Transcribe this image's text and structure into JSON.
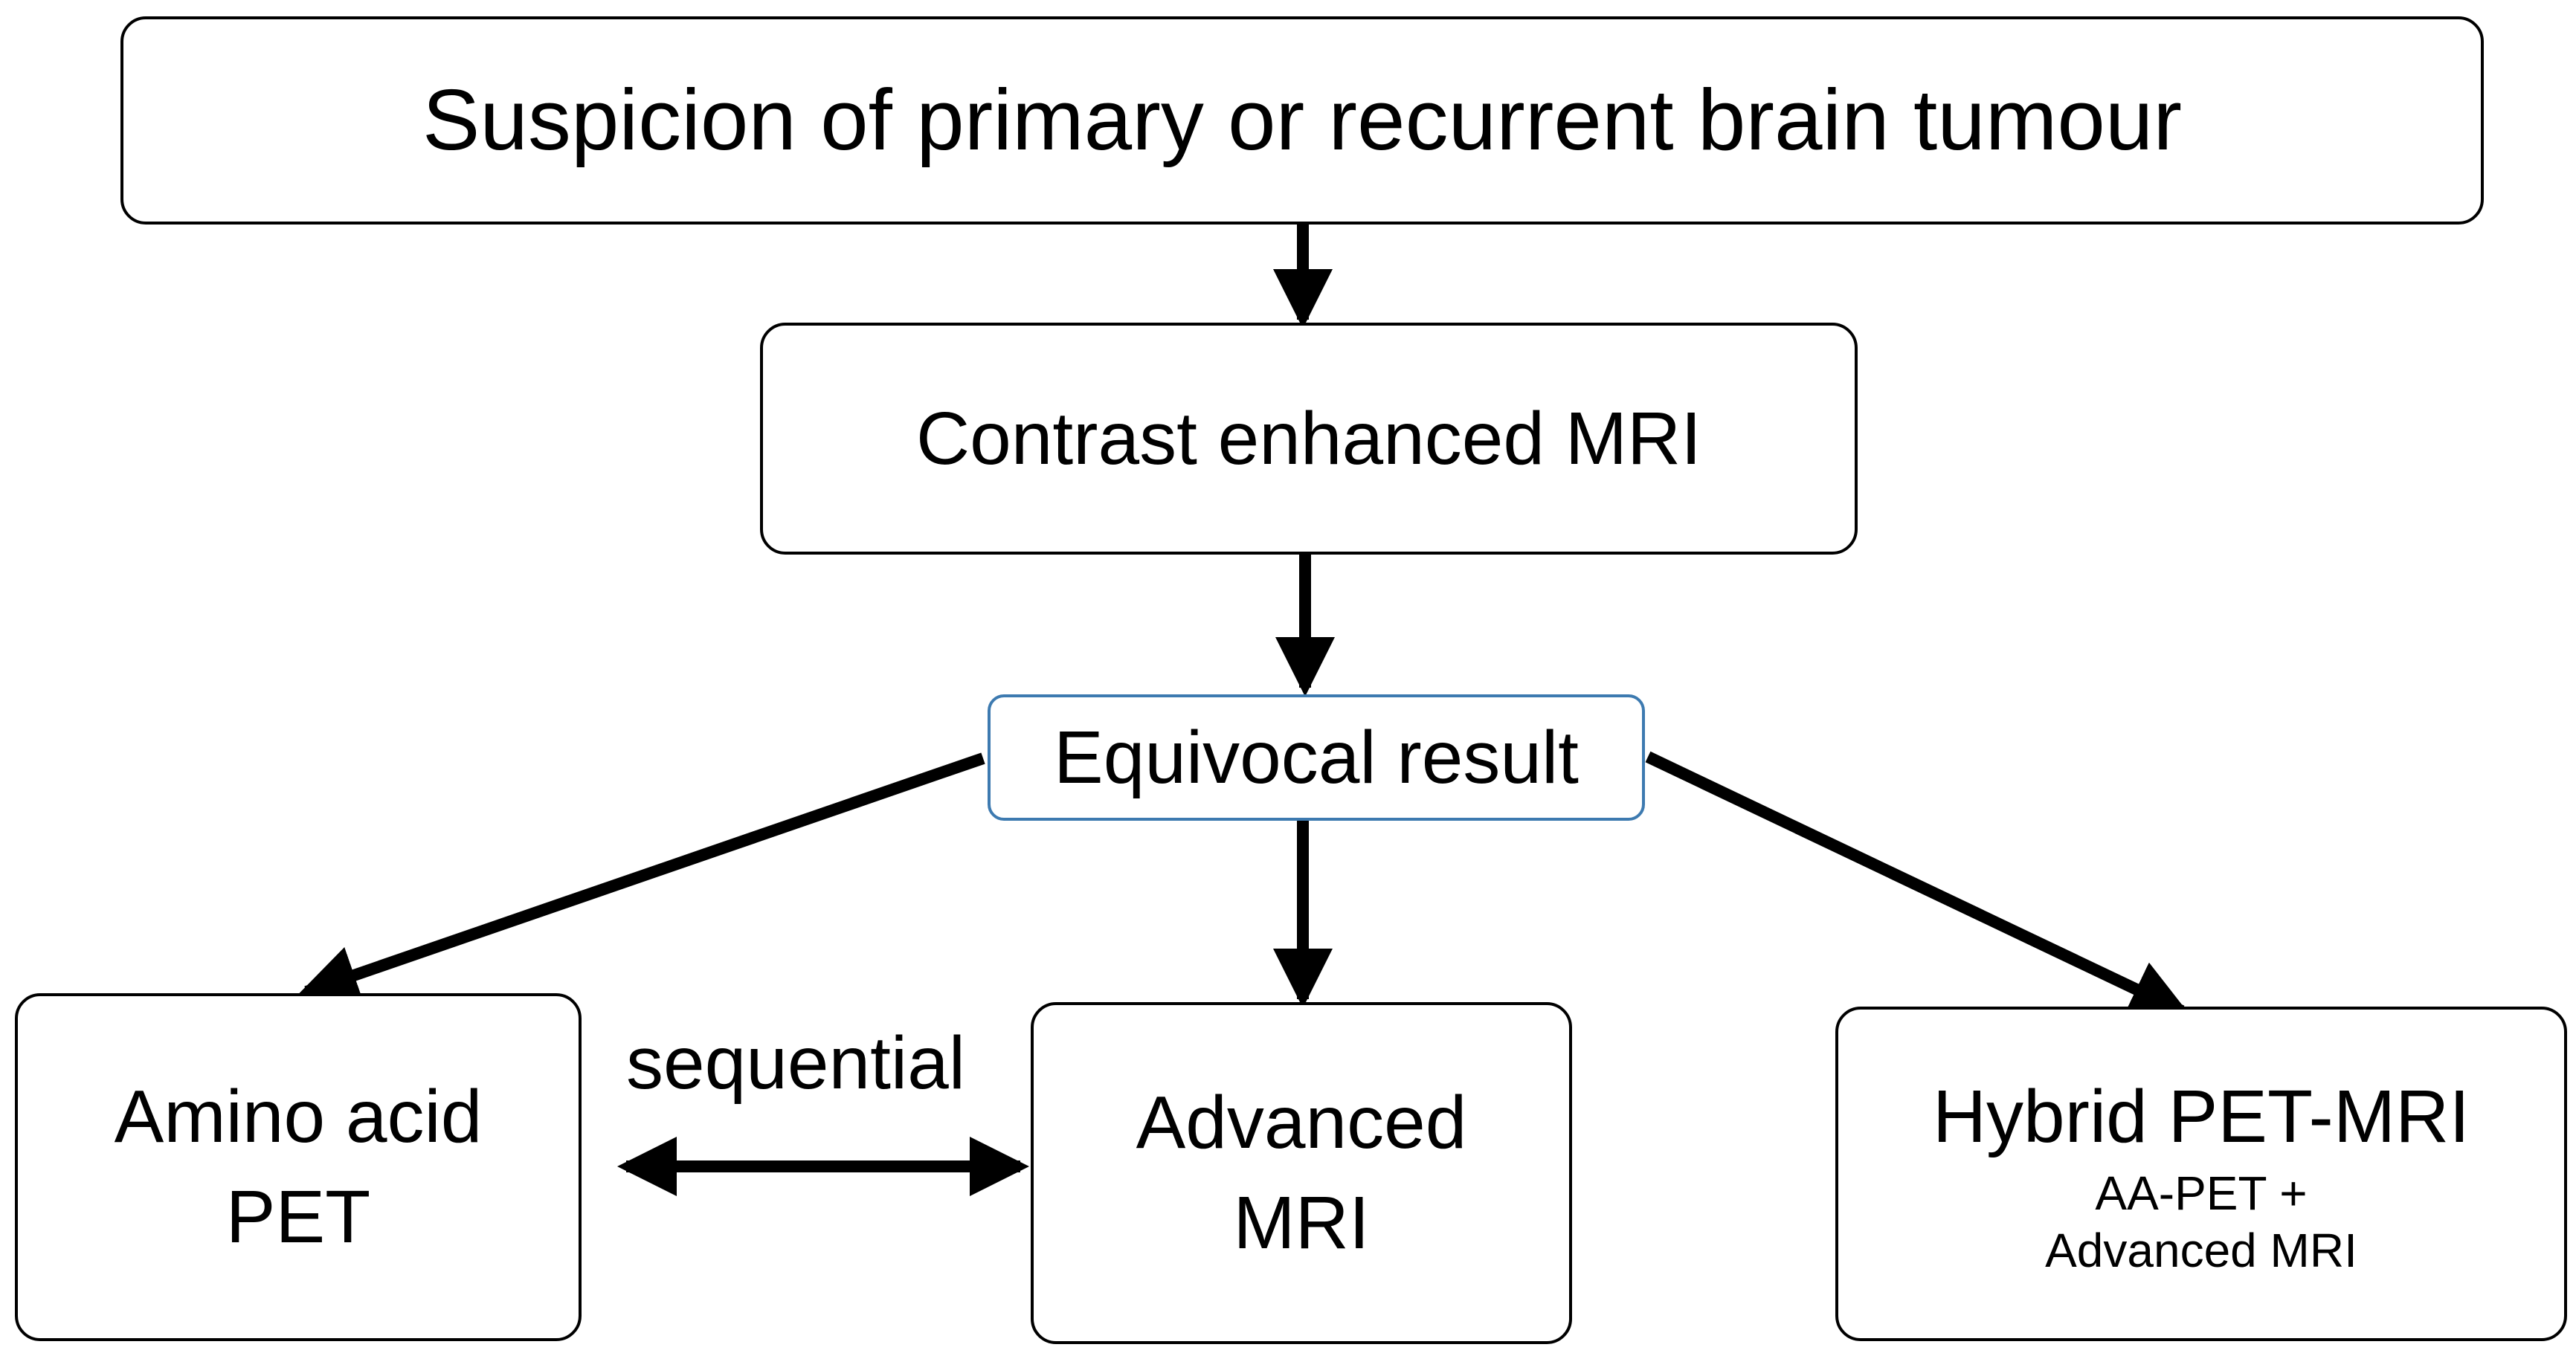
{
  "nodes": {
    "suspicion": {
      "label": "Suspicion of primary or recurrent brain tumour"
    },
    "contrast_mri": {
      "label": "Contrast enhanced MRI"
    },
    "equivocal": {
      "label": "Equivocal result"
    },
    "amino_pet": {
      "line1": "Amino acid",
      "line2": "PET"
    },
    "advanced_mri": {
      "line1": "Advanced",
      "line2": "MRI"
    },
    "hybrid": {
      "title": "Hybrid PET-MRI",
      "sub1": "AA-PET +",
      "sub2": "Advanced MRI"
    }
  },
  "edge_labels": {
    "sequential": "sequential"
  },
  "colors": {
    "box_border": "#000000",
    "highlight_border": "#3d7ab0",
    "arrow": "#000000"
  }
}
